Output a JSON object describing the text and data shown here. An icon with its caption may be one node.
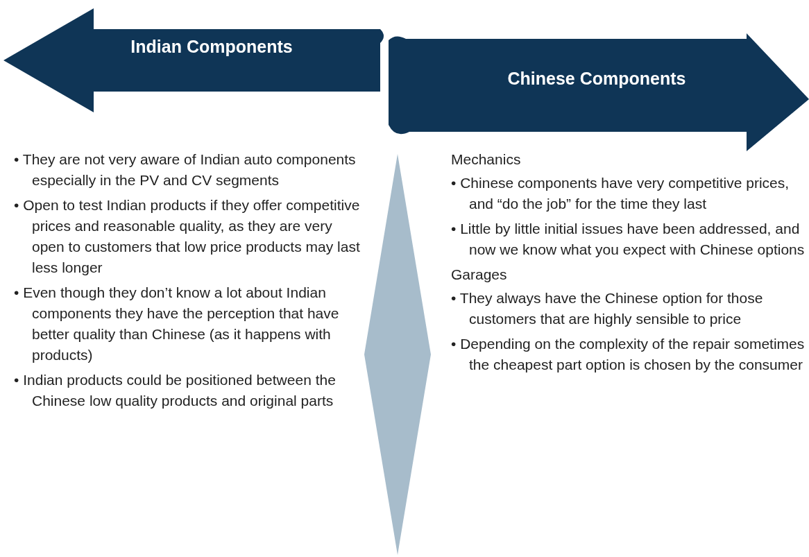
{
  "diagram": {
    "nodes": [
      {
        "text": [
          "Indian Components"
        ]
      },
      {
        "text": [
          "Chinese Components"
        ]
      },
      {
        "text": [],
        "shape": "diamond"
      }
    ],
    "labels": [
      "• They are not very aware of Indian auto components especially in the PV and CV segments",
      "• Open to test Indian products if they offer competitive prices and reasonable quality, as they are very open to customers that low price products may last less longer",
      "• Even though they don’t know a lot about Indian components they have the perception that have better quality than Chinese (as it happens with products)",
      "• Indian products could be positioned between the Chinese low quality products and original parts",
      "Mechanics",
      "• Chinese components have very competitive prices, and “do the job” for the time they last",
      "• Little by little initial issues have been addressed, and now we know what you expect with Chinese options",
      "Garages",
      "• They always have the Chinese option for those customers that are highly sensible to price",
      "• Depending on the complexity of the repair sometimes the cheapest part option is chosen by the consumer"
    ]
  }
}
